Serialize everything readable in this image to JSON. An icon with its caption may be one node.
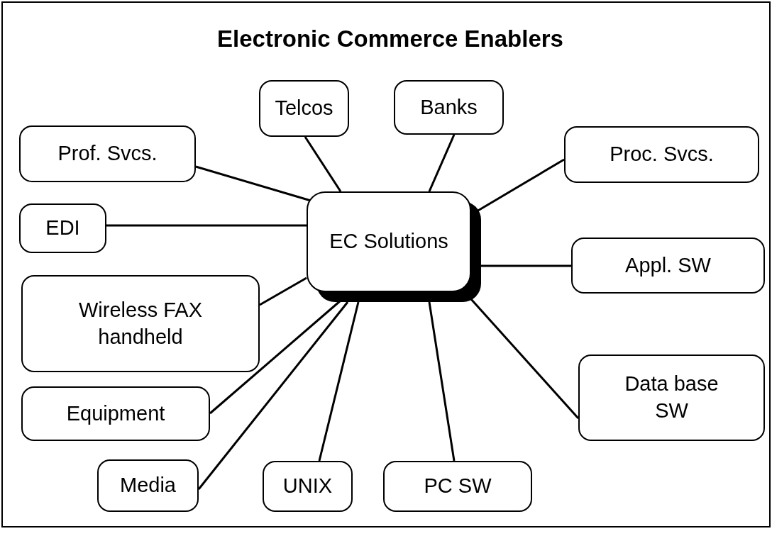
{
  "diagram": {
    "title": "Electronic Commerce Enablers",
    "nodes": [
      {
        "text": [
          "Telcos"
        ]
      },
      {
        "text": [
          "Banks"
        ]
      },
      {
        "text": [
          "Prof. Svcs."
        ]
      },
      {
        "text": [
          "Proc. Svcs."
        ]
      },
      {
        "text": [
          "EDI"
        ]
      },
      {
        "text": [
          "EC Solutions"
        ]
      },
      {
        "text": [
          "Appl. SW"
        ]
      },
      {
        "text": [
          "Wireless FAX handheld"
        ]
      },
      {
        "text": [
          "Data base SW"
        ]
      },
      {
        "text": [
          "Equipment"
        ]
      },
      {
        "text": [
          "Media"
        ]
      },
      {
        "text": [
          "UNIX"
        ]
      },
      {
        "text": [
          "PC SW"
        ]
      }
    ],
    "edges": [
      {
        "from": 5,
        "to": 0,
        "arrow": "none"
      },
      {
        "from": 5,
        "to": 1,
        "arrow": "none"
      },
      {
        "from": 5,
        "to": 2,
        "arrow": "none"
      },
      {
        "from": 5,
        "to": 3,
        "arrow": "none"
      },
      {
        "from": 5,
        "to": 4,
        "arrow": "none"
      },
      {
        "from": 5,
        "to": 6,
        "arrow": "none"
      },
      {
        "from": 5,
        "to": 7,
        "arrow": "none"
      },
      {
        "from": 5,
        "to": 8,
        "arrow": "none"
      },
      {
        "from": 5,
        "to": 9,
        "arrow": "none"
      },
      {
        "from": 5,
        "to": 10,
        "arrow": "none"
      },
      {
        "from": 5,
        "to": 11,
        "arrow": "none"
      },
      {
        "from": 5,
        "to": 12,
        "arrow": "none"
      }
    ]
  }
}
